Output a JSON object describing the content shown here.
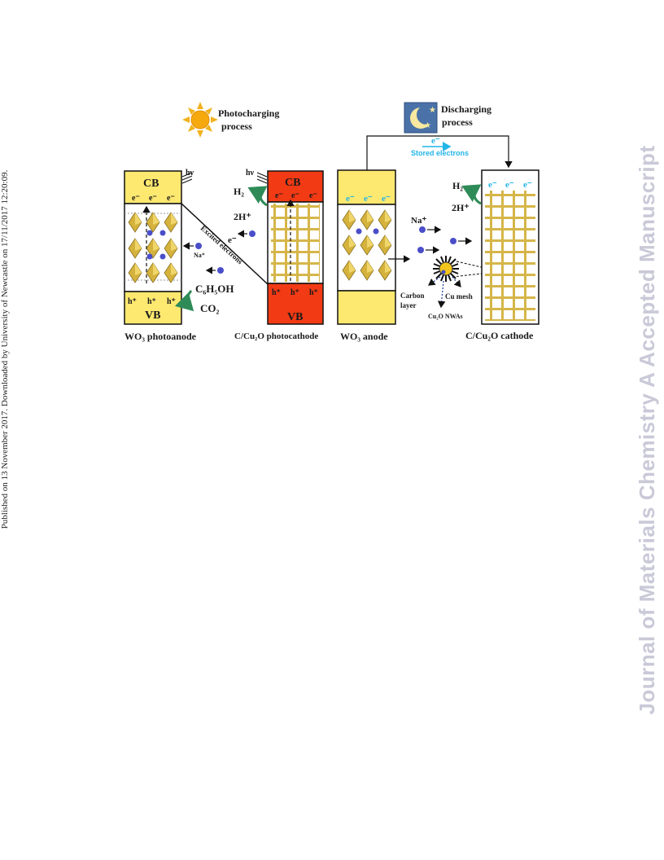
{
  "side_text": {
    "left": "Published on 13 November 2017. Downloaded by University of Newcastle on 17/11/2017 12:20:09.",
    "right": "Journal of Materials Chemistry A Accepted Manuscript"
  },
  "figure": {
    "photocharging": {
      "line1": "Photocharging",
      "line2": "process"
    },
    "discharging": {
      "line1": "Discharging",
      "line2": "process"
    },
    "electron_symbol": "e⁻",
    "stored_electrons": "Stored electrons",
    "hv": "hν",
    "cb": "CB",
    "vb": "VB",
    "h2": "H₂",
    "two_h": "2H⁺",
    "na": "Na⁺",
    "hole": "h⁺",
    "excited_electrons": "Excited electrons",
    "ethanol": "C₆H₅OH",
    "co2": "CO₂",
    "carbon_layer_1": "Carbon",
    "carbon_layer_2": "layer",
    "cu_mesh": "Cu mesh",
    "cu2o_nwas": "Cu₂O NWAs",
    "captions": {
      "wo3_photoanode": "WO₃ photoanode",
      "photocathode": "C/Cu₂O photocathode",
      "wo3_anode": "WO₃ anode",
      "cathode": "C/Cu₂O cathode"
    },
    "colors": {
      "yellow": "#fde870",
      "red": "#f23a14",
      "mesh": "#c9a93a",
      "ion": "#4a4ec8",
      "arrow_green": "#2e8b57",
      "cyan": "#22b5e8"
    }
  }
}
